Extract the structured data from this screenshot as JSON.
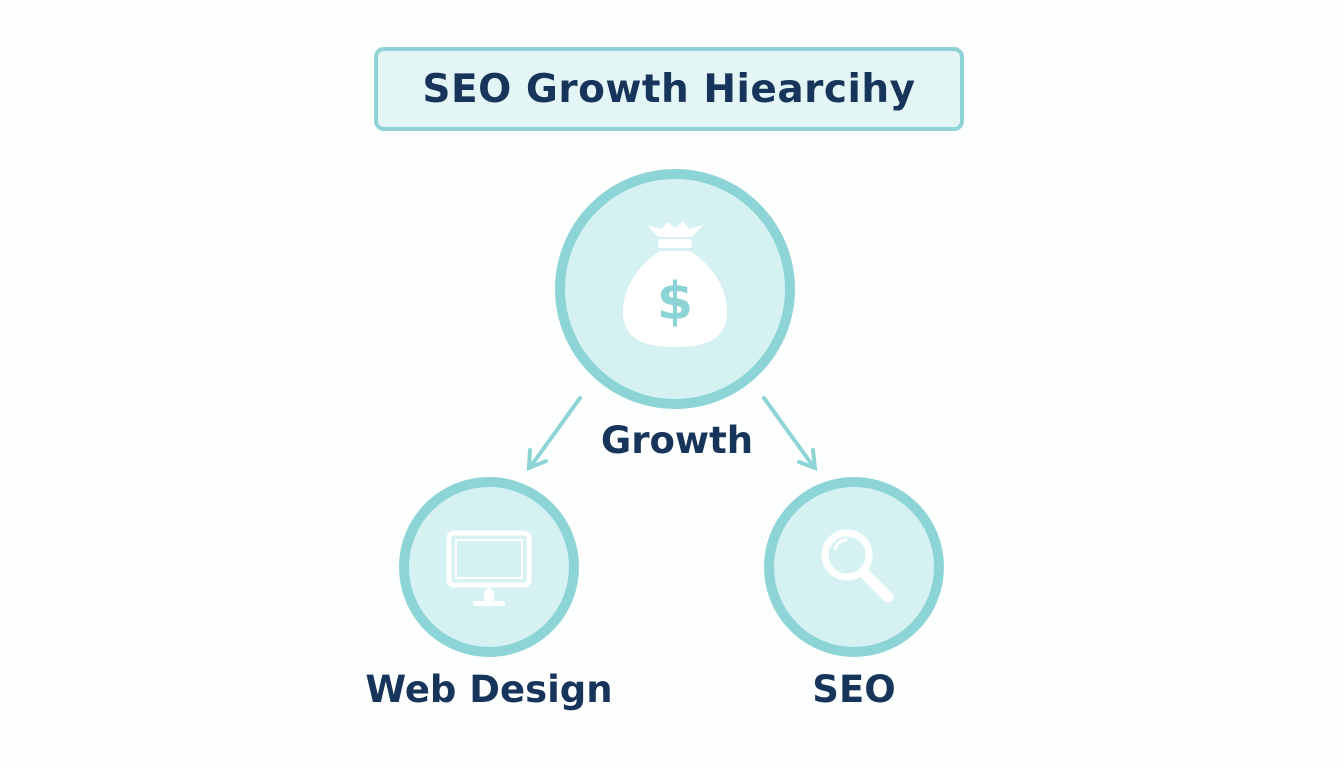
{
  "title": "SEO Growth Hiearcihy",
  "nodes": {
    "growth": {
      "label": "Growth",
      "icon": "money-bag-icon",
      "symbol": "$"
    },
    "web_design": {
      "label": "Web Design",
      "icon": "monitor-icon"
    },
    "seo": {
      "label": "SEO",
      "icon": "magnifier-icon"
    }
  },
  "colors": {
    "node_border": "#8dd4d6",
    "node_fill": "#d6f1f2",
    "text": "#17345a",
    "arrow": "#8dd4d6"
  }
}
